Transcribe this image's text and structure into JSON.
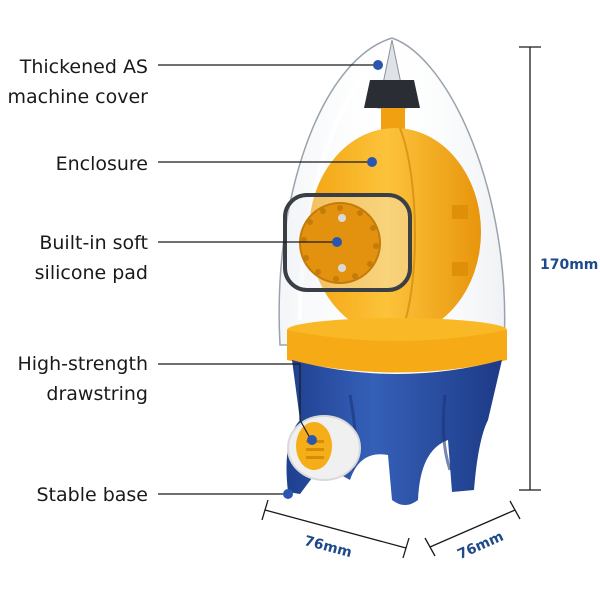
{
  "callouts": [
    {
      "text": "Thickened AS\nmachine cover"
    },
    {
      "text": "Enclosure"
    },
    {
      "text": "Built-in soft\nsilicone pad"
    },
    {
      "text": "High-strength\ndrawstring"
    },
    {
      "text": "Stable base"
    }
  ],
  "dimensions": {
    "height": "170mm",
    "width_front": "76mm",
    "width_side": "76mm"
  },
  "colors": {
    "accent_yellow": "#f7b21b",
    "base_blue": "#2b4fa3",
    "callout_dot": "#2b56b0",
    "dimension_text": "#1e4a8c"
  }
}
